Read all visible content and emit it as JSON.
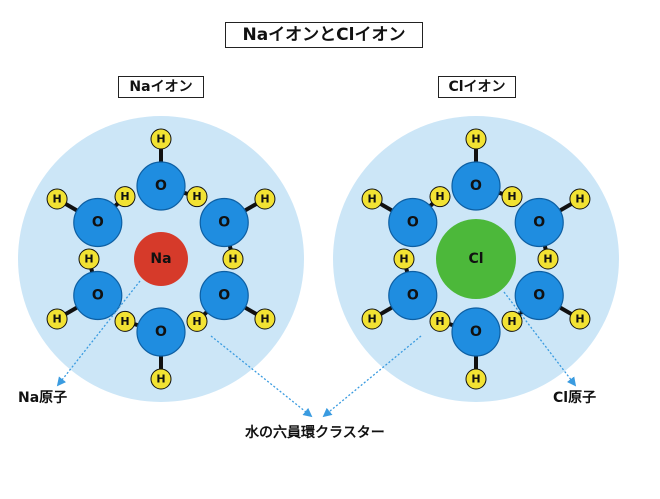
{
  "title": "NaイオンとClイオン",
  "panels": [
    {
      "id": "na",
      "heading": "Naイオン",
      "ion_label": "Na",
      "ion_color": "#d63a2a",
      "atom_label": "Na原子"
    },
    {
      "id": "cl",
      "heading": "Clイオン",
      "ion_label": "Cl",
      "ion_color": "#4cb83a",
      "atom_label": "Cl原子"
    }
  ],
  "water": {
    "oxygen_label": "O",
    "hydrogen_label": "H",
    "oxygen_color": "#1f8de0",
    "hydrogen_color": "#f2e233"
  },
  "halo_color": "#cce6f7",
  "cluster_label": "水の六員環クラスター",
  "arrow_color": "#3a9be0"
}
